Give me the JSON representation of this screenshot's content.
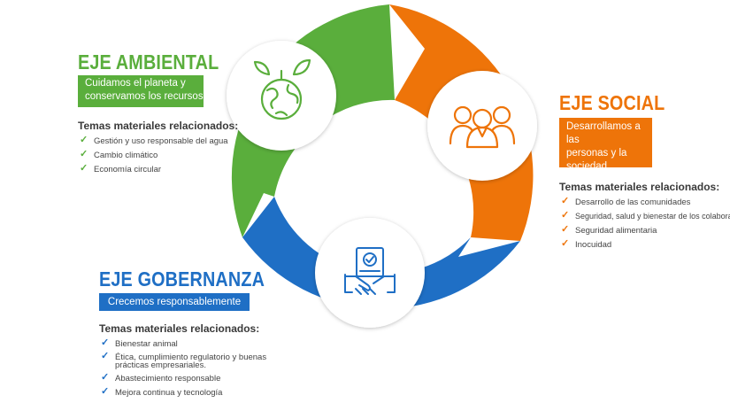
{
  "colors": {
    "green": "#5aae3c",
    "orange": "#ee7409",
    "blue": "#1f6fc5"
  },
  "ambiental": {
    "title": "EJE AMBIENTAL",
    "tagline_lines": [
      "Cuidamos el planeta y",
      "conservamos los recursos"
    ],
    "topics_heading": "Temas materiales relacionados:",
    "topics": [
      "Gestión y uso responsable del agua",
      "Cambio climático",
      "Economía circular"
    ],
    "icon": "earth-leaves-icon"
  },
  "social": {
    "title": "EJE SOCIAL",
    "tagline_lines": [
      "Desarrollamos a las",
      "personas y la",
      "sociedad"
    ],
    "topics_heading": "Temas materiales relacionados:",
    "topics": [
      "Desarrollo de las comunidades",
      "Seguridad, salud y bienestar de los colaboradores",
      "Seguridad alimentaria",
      "Inocuidad"
    ],
    "icon": "people-group-icon"
  },
  "gobernanza": {
    "title": "EJE GOBERNANZA",
    "tagline_lines": [
      "Crecemos responsablemente"
    ],
    "topics_heading": "Temas materiales relacionados:",
    "topics": [
      [
        "Bienestar animal"
      ],
      [
        "Ética, cumplimiento regulatorio y buenas",
        "prácticas empresariales."
      ],
      [
        "Abastecimiento responsable"
      ],
      [
        "Mejora continua y tecnología"
      ]
    ],
    "icon": "handshake-document-icon"
  },
  "check_glyph": "✓"
}
